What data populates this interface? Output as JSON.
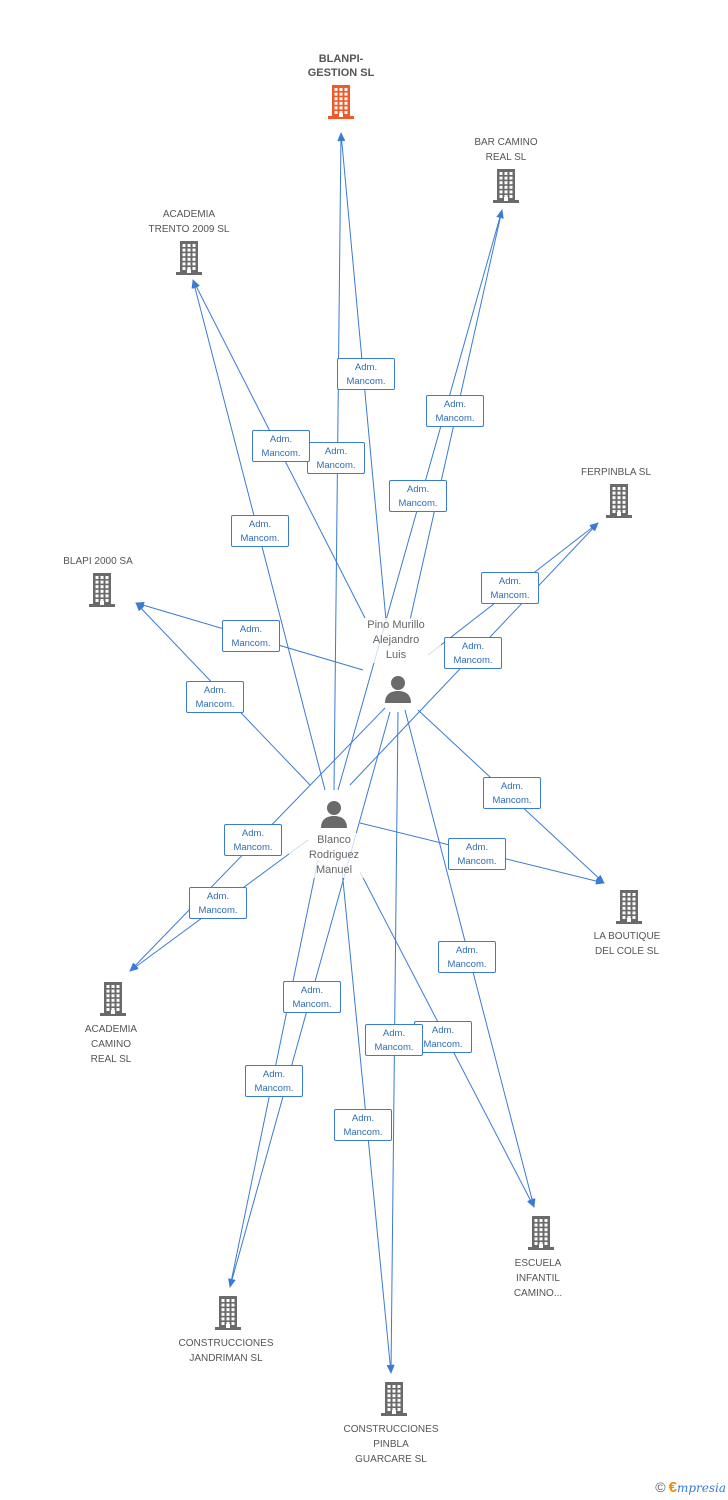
{
  "colors": {
    "edge": "#3a7bd5",
    "company": "#6a6a6a",
    "main_company": "#f05a28",
    "person": "#6a6a6a"
  },
  "companies": [
    {
      "id": "blanpi",
      "label": [
        "BLANPI-",
        "GESTION SL"
      ],
      "main": true
    },
    {
      "id": "bar_camino",
      "label": [
        "BAR CAMINO",
        "REAL SL"
      ]
    },
    {
      "id": "academia_trento",
      "label": [
        "ACADEMIA",
        "TRENTO 2009 SL"
      ]
    },
    {
      "id": "ferpinbla",
      "label": [
        "FERPINBLA  SL"
      ]
    },
    {
      "id": "blapi",
      "label": [
        "BLAPI 2000 SA"
      ]
    },
    {
      "id": "la_boutique",
      "label": [
        "LA BOUTIQUE",
        "DEL COLE SL"
      ]
    },
    {
      "id": "academia_camino",
      "label": [
        "ACADEMIA",
        "CAMINO",
        "REAL SL"
      ]
    },
    {
      "id": "escuela",
      "label": [
        "ESCUELA",
        "INFANTIL",
        "CAMINO..."
      ]
    },
    {
      "id": "jandriman",
      "label": [
        "CONSTRUCCIONES",
        "JANDRIMAN SL"
      ]
    },
    {
      "id": "pinbla",
      "label": [
        "CONSTRUCCIONES",
        "PINBLA",
        "GUARCARE SL"
      ]
    }
  ],
  "persons": [
    {
      "id": "pino",
      "label": [
        "Pino Murillo",
        "Alejandro",
        "Luis"
      ]
    },
    {
      "id": "blanco",
      "label": [
        "Blanco",
        "Rodriguez",
        "Manuel"
      ]
    }
  ],
  "edges": [
    {
      "from": "pino",
      "to": "blanpi",
      "label": [
        "Adm.",
        "Mancom."
      ]
    },
    {
      "from": "blanco",
      "to": "blanpi",
      "label": [
        "Adm.",
        "Mancom."
      ]
    },
    {
      "from": "pino",
      "to": "bar_camino",
      "label": [
        "Adm.",
        "Mancom."
      ]
    },
    {
      "from": "blanco",
      "to": "bar_camino",
      "label": [
        "Adm.",
        "Mancom."
      ]
    },
    {
      "from": "pino",
      "to": "academia_trento",
      "label": [
        "Adm.",
        "Mancom."
      ]
    },
    {
      "from": "blanco",
      "to": "academia_trento",
      "label": [
        "Adm.",
        "Mancom."
      ]
    },
    {
      "from": "pino",
      "to": "ferpinbla",
      "label": [
        "Adm.",
        "Mancom."
      ]
    },
    {
      "from": "blanco",
      "to": "ferpinbla",
      "label": [
        "Adm.",
        "Mancom."
      ]
    },
    {
      "from": "pino",
      "to": "blapi",
      "label": [
        "Adm.",
        "Mancom."
      ]
    },
    {
      "from": "blanco",
      "to": "blapi",
      "label": [
        "Adm.",
        "Mancom."
      ]
    },
    {
      "from": "pino",
      "to": "la_boutique",
      "label": [
        "Adm.",
        "Mancom."
      ]
    },
    {
      "from": "blanco",
      "to": "la_boutique",
      "label": [
        "Adm.",
        "Mancom."
      ]
    },
    {
      "from": "pino",
      "to": "academia_camino",
      "label": [
        "Adm.",
        "Mancom."
      ]
    },
    {
      "from": "blanco",
      "to": "academia_camino",
      "label": [
        "Adm.",
        "Mancom."
      ]
    },
    {
      "from": "pino",
      "to": "escuela",
      "label": [
        "Adm.",
        "Mancom."
      ]
    },
    {
      "from": "blanco",
      "to": "escuela",
      "label": [
        "Adm.",
        "Mancom."
      ]
    },
    {
      "from": "pino",
      "to": "jandriman",
      "label": [
        "Adm.",
        "Mancom."
      ]
    },
    {
      "from": "blanco",
      "to": "jandriman",
      "label": [
        "Adm.",
        "Mancom."
      ]
    },
    {
      "from": "pino",
      "to": "pinbla",
      "label": [
        "Adm.",
        "Mancom."
      ]
    },
    {
      "from": "blanco",
      "to": "pinbla",
      "label": [
        "Adm.",
        "Mancom."
      ]
    }
  ],
  "footer": {
    "copyright": "©",
    "brand_initial": "€",
    "brand_rest": "mpresia"
  }
}
